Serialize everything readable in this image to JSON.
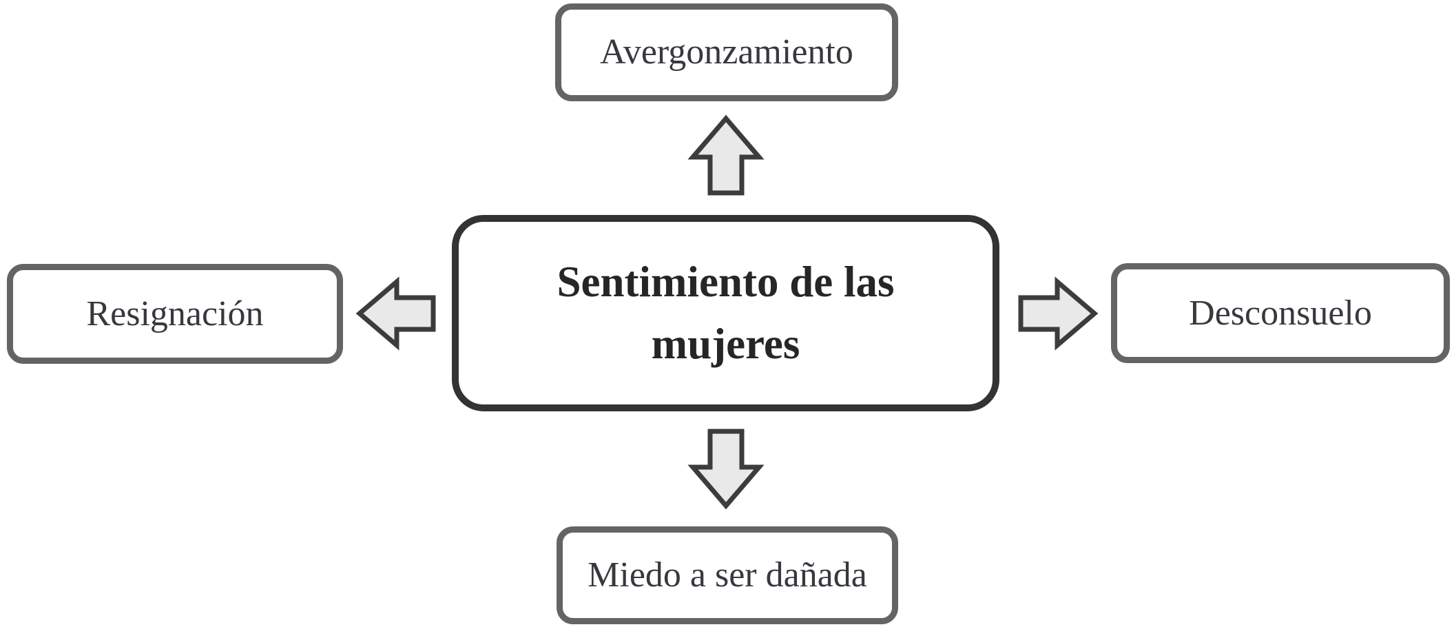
{
  "diagram": {
    "type": "hub-and-spoke concept map",
    "center_node": {
      "label": "Sentimiento de las mujeres"
    },
    "related_nodes": [
      {
        "id": "top",
        "label": "Avergonzamiento",
        "direction": "up"
      },
      {
        "id": "left",
        "label": "Resignación",
        "direction": "left"
      },
      {
        "id": "right",
        "label": "Desconsuelo",
        "direction": "right"
      },
      {
        "id": "bottom",
        "label": "Miedo a ser dañada",
        "direction": "down"
      }
    ],
    "colors": {
      "background": "#ffffff",
      "outer_box_border": "#646464",
      "center_box_border": "#333333",
      "arrow_fill": "#e9e9e9",
      "arrow_stroke": "#3c3c3c",
      "text": "#38383e"
    }
  }
}
